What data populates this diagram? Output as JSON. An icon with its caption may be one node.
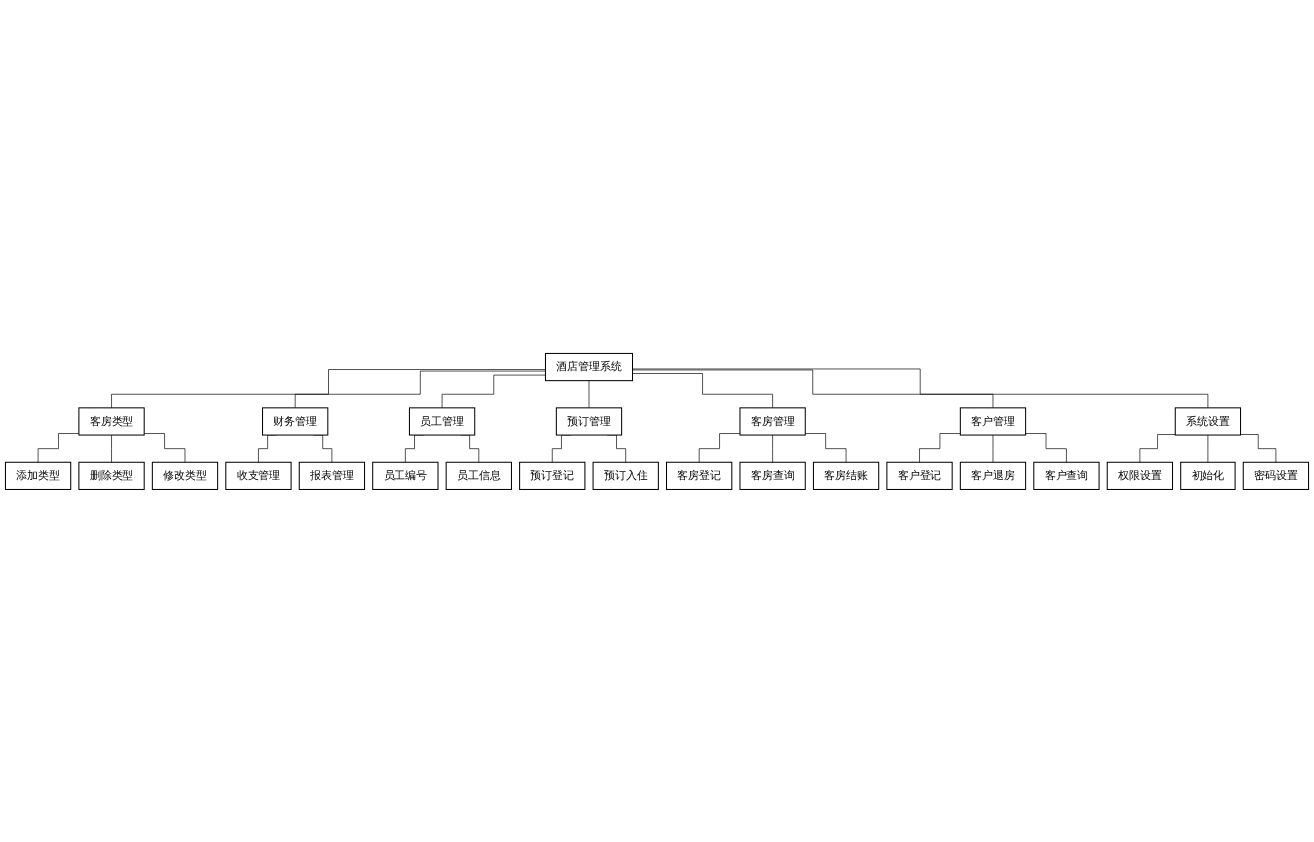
{
  "diagram": {
    "nodes": [
      {
        "text": [
          "酒店管理系统"
        ]
      },
      {
        "text": [
          "客房类型"
        ]
      },
      {
        "text": [
          "财务管理"
        ]
      },
      {
        "text": [
          "员工管理"
        ]
      },
      {
        "text": [
          "预订管理"
        ]
      },
      {
        "text": [
          "客房管理"
        ]
      },
      {
        "text": [
          "客户管理"
        ]
      },
      {
        "text": [
          "系统设置"
        ]
      },
      {
        "text": [
          "添加类型"
        ]
      },
      {
        "text": [
          "删除类型"
        ]
      },
      {
        "text": [
          "修改类型"
        ]
      },
      {
        "text": [
          "员工编号"
        ]
      },
      {
        "text": [
          "员工信息"
        ]
      },
      {
        "text": [
          "客房登记"
        ]
      },
      {
        "text": [
          "客房查询"
        ]
      },
      {
        "text": [
          "客房结账"
        ]
      },
      {
        "text": [
          "权限设置"
        ]
      },
      {
        "text": [
          "初始化"
        ]
      },
      {
        "text": [
          "密码设置"
        ]
      },
      {
        "text": [
          "收支管理"
        ]
      },
      {
        "text": [
          "报表管理"
        ]
      },
      {
        "text": [
          "预订登记"
        ]
      },
      {
        "text": [
          "预订入住"
        ]
      },
      {
        "text": [
          "客户登记"
        ]
      },
      {
        "text": [
          "客户退房"
        ]
      },
      {
        "text": [
          "客户查询"
        ]
      }
    ],
    "edges": [
      {
        "from": 0,
        "to": 1,
        "arrow": "none"
      },
      {
        "from": 0,
        "to": 2,
        "arrow": "none"
      },
      {
        "from": 0,
        "to": 3,
        "arrow": "none"
      },
      {
        "from": 0,
        "to": 4,
        "arrow": "none"
      },
      {
        "from": 0,
        "to": 5,
        "arrow": "none"
      },
      {
        "from": 0,
        "to": 6,
        "arrow": "none"
      },
      {
        "from": 0,
        "to": 7,
        "arrow": "none"
      },
      {
        "from": 1,
        "to": 8,
        "arrow": "none"
      },
      {
        "from": 1,
        "to": 9,
        "arrow": "none"
      },
      {
        "from": 1,
        "to": 10,
        "arrow": "none"
      },
      {
        "from": 2,
        "to": 19,
        "arrow": "none"
      },
      {
        "from": 2,
        "to": 20,
        "arrow": "none"
      },
      {
        "from": 3,
        "to": 11,
        "arrow": "none"
      },
      {
        "from": 3,
        "to": 12,
        "arrow": "none"
      },
      {
        "from": 4,
        "to": 21,
        "arrow": "none"
      },
      {
        "from": 4,
        "to": 22,
        "arrow": "none"
      },
      {
        "from": 5,
        "to": 13,
        "arrow": "none"
      },
      {
        "from": 5,
        "to": 14,
        "arrow": "none"
      },
      {
        "from": 5,
        "to": 15,
        "arrow": "none"
      },
      {
        "from": 6,
        "to": 23,
        "arrow": "none"
      },
      {
        "from": 6,
        "to": 24,
        "arrow": "none"
      },
      {
        "from": 6,
        "to": 25,
        "arrow": "none"
      },
      {
        "from": 7,
        "to": 16,
        "arrow": "none"
      },
      {
        "from": 7,
        "to": 17,
        "arrow": "none"
      },
      {
        "from": 7,
        "to": 18,
        "arrow": "none"
      }
    ]
  }
}
